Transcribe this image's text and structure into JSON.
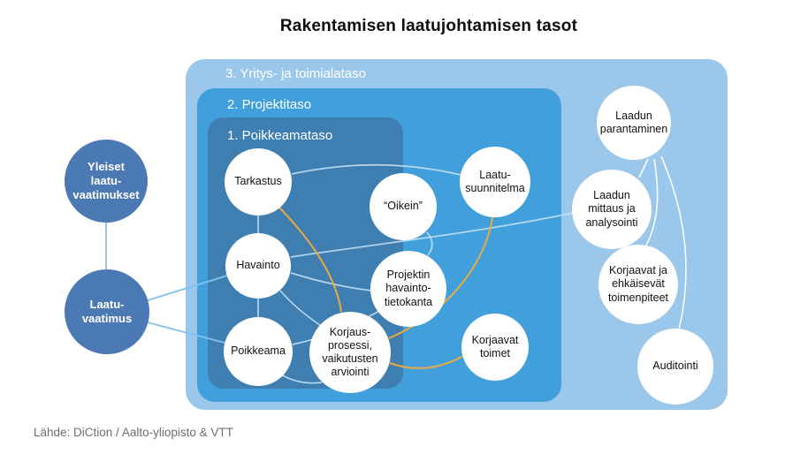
{
  "title": "Rakentamisen laatujohtamisen tasot",
  "source": "Lähde: DiCtion / Aalto-yliopisto & VTT",
  "levels": [
    {
      "id": "level3",
      "label": "3. Yritys- ja toimialataso",
      "fill": "#9BC7EB"
    },
    {
      "id": "level2",
      "label": "2. Projektitaso",
      "fill": "#41A0DB"
    },
    {
      "id": "level1",
      "label": "1. Poikkeamataso",
      "fill": "#3E7EB1"
    }
  ],
  "nodes": [
    {
      "id": "yleiset-laatuvaatimukset",
      "label": "Yleiset\nlaatu-\nvaatimukset",
      "level": "none",
      "fill": "#4B79B4"
    },
    {
      "id": "laatuvaatimus",
      "label": "Laatu-\nvaatimus",
      "level": "none",
      "fill": "#4B79B4"
    },
    {
      "id": "tarkastus",
      "label": "Tarkastus",
      "level": "1",
      "fill": "#FFFFFF"
    },
    {
      "id": "havainto",
      "label": "Havainto",
      "level": "1",
      "fill": "#FFFFFF"
    },
    {
      "id": "poikkeama",
      "label": "Poikkeama",
      "level": "1",
      "fill": "#FFFFFF"
    },
    {
      "id": "korjausprosessi",
      "label": "Korjaus-\nprosessi,\nvaikutusten\narviointi",
      "level": "1",
      "fill": "#FFFFFF"
    },
    {
      "id": "oikein",
      "label": "“Oikein”",
      "level": "2",
      "fill": "#FFFFFF"
    },
    {
      "id": "projektin-havaintotietokanta",
      "label": "Projektin\nhavainto-\ntietokanta",
      "level": "2",
      "fill": "#FFFFFF"
    },
    {
      "id": "laatusuunnitelma",
      "label": "Laatu-\nsuunnitelma",
      "level": "2",
      "fill": "#FFFFFF"
    },
    {
      "id": "korjaavat-toimet",
      "label": "Korjaavat\ntoimet",
      "level": "2",
      "fill": "#FFFFFF"
    },
    {
      "id": "laadun-parantaminen",
      "label": "Laadun\nparantaminen",
      "level": "3",
      "fill": "#FFFFFF"
    },
    {
      "id": "laadun-mittaus",
      "label": "Laadun\nmittaus ja\nanalysointi",
      "level": "3",
      "fill": "#FFFFFF"
    },
    {
      "id": "korjaavat-ehkaisevat",
      "label": "Korjaavat ja\nehkäisevät\ntoimenpiteet",
      "level": "3",
      "fill": "#FFFFFF"
    },
    {
      "id": "auditointi",
      "label": "Auditointi",
      "level": "3",
      "fill": "#FFFFFF"
    }
  ],
  "edges": [
    {
      "from": "yleiset-laatuvaatimukset",
      "to": "laatuvaatimus",
      "color": "blue"
    },
    {
      "from": "laatuvaatimus",
      "to": "havainto",
      "color": "blue"
    },
    {
      "from": "laatuvaatimus",
      "to": "poikkeama",
      "color": "blue"
    },
    {
      "from": "tarkastus",
      "to": "havainto",
      "color": "light"
    },
    {
      "from": "havainto",
      "to": "poikkeama",
      "color": "light"
    },
    {
      "from": "poikkeama",
      "to": "korjausprosessi",
      "color": "light"
    },
    {
      "from": "havainto",
      "to": "projektin-havaintotietokanta",
      "color": "light"
    },
    {
      "from": "tarkastus",
      "to": "laatusuunnitelma",
      "color": "light"
    },
    {
      "from": "oikein",
      "to": "projektin-havaintotietokanta",
      "color": "light"
    },
    {
      "from": "havainto",
      "to": "laadun-mittaus",
      "color": "light"
    },
    {
      "from": "poikkeama",
      "to": "projektin-havaintotietokanta",
      "color": "light"
    },
    {
      "from": "havainto",
      "to": "korjausprosessi",
      "color": "light"
    },
    {
      "from": "tarkastus",
      "to": "korjausprosessi",
      "color": "orange"
    },
    {
      "from": "laatusuunnitelma",
      "to": "korjausprosessi",
      "color": "orange"
    },
    {
      "from": "korjausprosessi",
      "to": "korjaavat-toimet",
      "color": "orange"
    },
    {
      "from": "laadun-parantaminen",
      "to": "laadun-mittaus",
      "color": "white"
    },
    {
      "from": "laadun-parantaminen",
      "to": "korjaavat-ehkaisevat",
      "color": "white"
    },
    {
      "from": "laadun-parantaminen",
      "to": "auditointi",
      "color": "white"
    }
  ],
  "colors": {
    "level3_fill": "#9BC7EB",
    "level2_fill": "#41A0DB",
    "level1_fill": "#3E7EB1",
    "requirement_node_fill": "#4B79B4",
    "node_fill": "#FFFFFF",
    "edge_blue": "#82C0EE",
    "edge_light": "#C9E4F8",
    "edge_orange": "#EBAA3E",
    "edge_white": "#FFFFFF",
    "title_color": "#0D0D0D",
    "source_color": "#6E6E6E"
  }
}
